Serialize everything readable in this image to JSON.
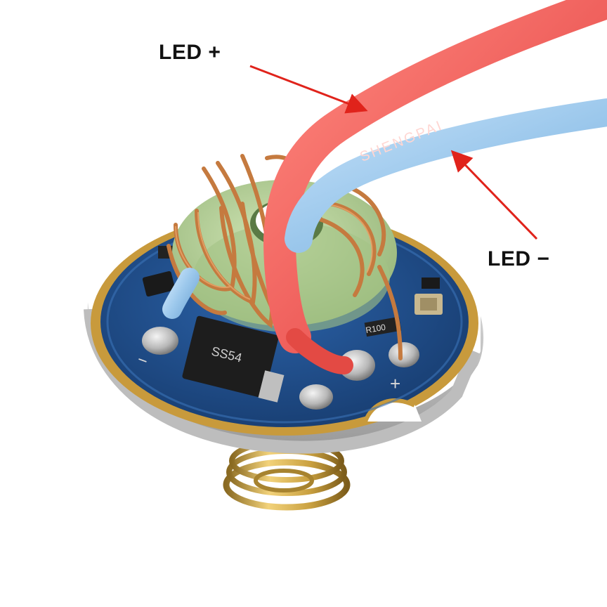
{
  "callouts": {
    "led_plus": "LED +",
    "led_minus": "LED −"
  },
  "board_markings": {
    "diode": "SS54",
    "wire": "SHENGPAI",
    "resistor": "R100",
    "pad_minus": "−",
    "pad_plus": "+"
  },
  "colors": {
    "red_wire": "#f0625e",
    "blue_wire": "#9cc8ec",
    "pcb": "#1f4a86",
    "gold_rim": "#c89a3c",
    "toroid": "#b6d19a",
    "copper": "#c57a3f",
    "arrow": "#e0231b"
  }
}
